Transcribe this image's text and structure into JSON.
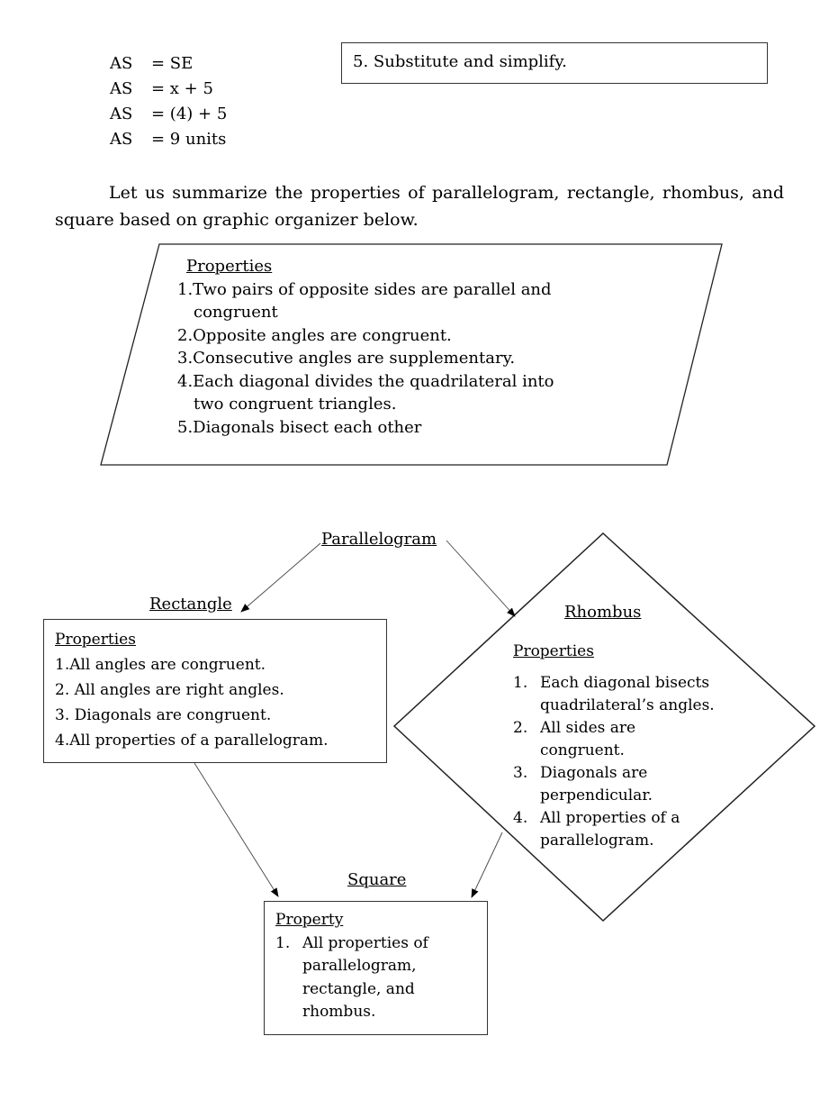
{
  "equations": [
    {
      "lhs": "AS",
      "rhs": "= SE"
    },
    {
      "lhs": "AS",
      "rhs": "= x + 5"
    },
    {
      "lhs": "AS",
      "rhs": "= (4) + 5"
    },
    {
      "lhs": "AS",
      "rhs": "= 9 units"
    }
  ],
  "step_note": "5. Substitute and simplify.",
  "intro_text": "Let us summarize the properties of parallelogram, rectangle, rhombus, and square based on graphic organizer below.",
  "parallelogram_box": {
    "title": "Properties",
    "items": [
      {
        "line1": "1.Two pairs of opposite sides are parallel and",
        "line2": "congruent"
      },
      {
        "line1": "2.Opposite angles are congruent.",
        "line2": ""
      },
      {
        "line1": "3.Consecutive angles are supplementary.",
        "line2": ""
      },
      {
        "line1": "4.Each diagonal divides the quadrilateral into",
        "line2": "two congruent triangles."
      },
      {
        "line1": "5.Diagonals bisect each other",
        "line2": ""
      }
    ]
  },
  "diagram": {
    "parallelogram_label": "Parallelogram",
    "rectangle_label": "Rectangle",
    "rhombus_label": "Rhombus",
    "square_label": "Square"
  },
  "rectangle_box": {
    "title": "Properties",
    "items": [
      "1.All angles are congruent.",
      "2. All angles are right angles.",
      "3. Diagonals are congruent.",
      "4.All properties of a parallelogram."
    ]
  },
  "rhombus_box": {
    "title": "Properties",
    "items": [
      {
        "num": "1.",
        "line1": "Each diagonal bisects",
        "line2": "quadrilateral’s angles."
      },
      {
        "num": "2.",
        "line1": "All sides are",
        "line2": "congruent."
      },
      {
        "num": "3.",
        "line1": "Diagonals are",
        "line2": "perpendicular."
      },
      {
        "num": "4.",
        "line1": "All properties of a",
        "line2": "parallelogram."
      }
    ]
  },
  "square_box": {
    "title": "Property",
    "num": "1.",
    "lines": [
      "All properties of",
      "parallelogram,",
      "rectangle, and",
      "rhombus."
    ]
  }
}
